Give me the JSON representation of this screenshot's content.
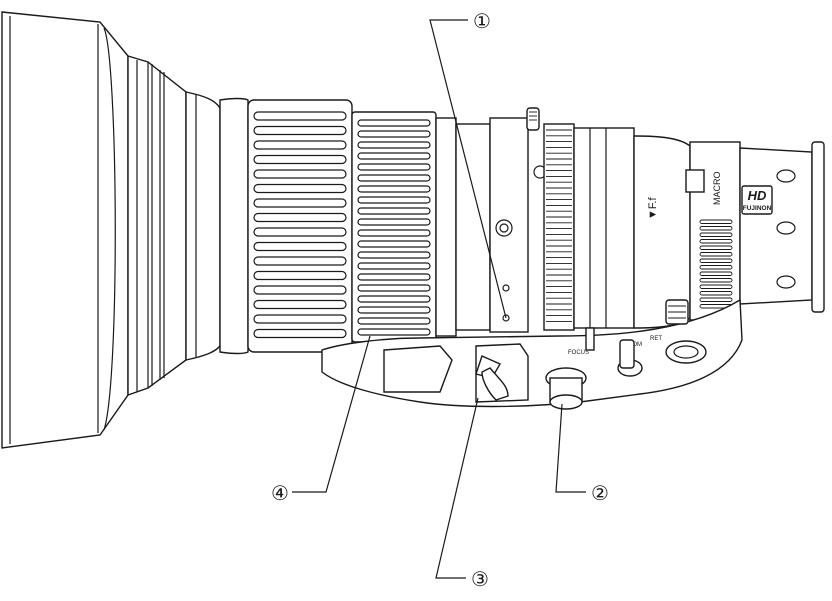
{
  "figure": {
    "callouts": [
      {
        "id": "1",
        "glyph": "①"
      },
      {
        "id": "2",
        "glyph": "②"
      },
      {
        "id": "3",
        "glyph": "③"
      },
      {
        "id": "4",
        "glyph": "④"
      }
    ],
    "lens_markings": {
      "ff_label": "▼F.f",
      "macro_label": "MACRO",
      "focus_label": "FOCUS",
      "zoom_label": "ZOOM",
      "ret_label": "RET",
      "brand_hd": "HD",
      "brand_name": "FUJINON"
    }
  }
}
